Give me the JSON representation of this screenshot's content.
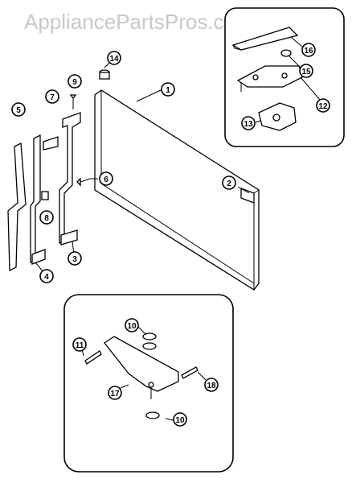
{
  "watermark": "AppliancePartsPros.com",
  "callouts": {
    "c1": "1",
    "c2": "2",
    "c3": "3",
    "c4": "4",
    "c5": "5",
    "c6": "6",
    "c7": "7",
    "c8": "8",
    "c9": "9",
    "c10a": "10",
    "c10b": "10",
    "c11": "11",
    "c12": "12",
    "c13": "13",
    "c14": "14",
    "c15": "15",
    "c16": "16",
    "c17": "17",
    "c18": "18"
  }
}
